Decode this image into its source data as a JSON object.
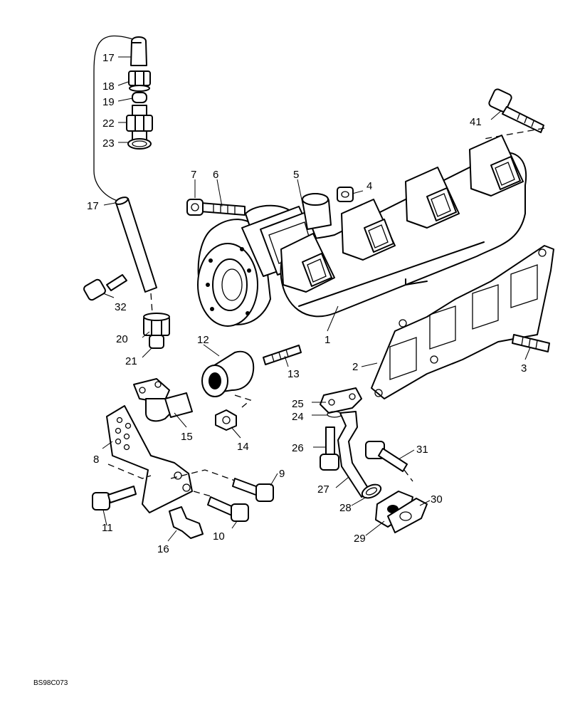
{
  "figure_code": "BS98C073",
  "parts": [
    {
      "id": "p1",
      "label": "1"
    },
    {
      "id": "p2",
      "label": "2"
    },
    {
      "id": "p3",
      "label": "3"
    },
    {
      "id": "p4",
      "label": "4"
    },
    {
      "id": "p5",
      "label": "5"
    },
    {
      "id": "p6",
      "label": "6"
    },
    {
      "id": "p7",
      "label": "7"
    },
    {
      "id": "p8",
      "label": "8"
    },
    {
      "id": "p9",
      "label": "9"
    },
    {
      "id": "p10",
      "label": "10"
    },
    {
      "id": "p11",
      "label": "11"
    },
    {
      "id": "p12",
      "label": "12"
    },
    {
      "id": "p13",
      "label": "13"
    },
    {
      "id": "p14",
      "label": "14"
    },
    {
      "id": "p15",
      "label": "15"
    },
    {
      "id": "p16",
      "label": "16"
    },
    {
      "id": "p17a",
      "label": "17"
    },
    {
      "id": "p17b",
      "label": "17"
    },
    {
      "id": "p18",
      "label": "18"
    },
    {
      "id": "p19",
      "label": "19"
    },
    {
      "id": "p20",
      "label": "20"
    },
    {
      "id": "p21",
      "label": "21"
    },
    {
      "id": "p22",
      "label": "22"
    },
    {
      "id": "p23",
      "label": "23"
    },
    {
      "id": "p24",
      "label": "24"
    },
    {
      "id": "p25",
      "label": "25"
    },
    {
      "id": "p26",
      "label": "26"
    },
    {
      "id": "p27",
      "label": "27"
    },
    {
      "id": "p28",
      "label": "28"
    },
    {
      "id": "p29",
      "label": "29"
    },
    {
      "id": "p30",
      "label": "30"
    },
    {
      "id": "p31",
      "label": "31"
    },
    {
      "id": "p32",
      "label": "32"
    },
    {
      "id": "p41",
      "label": "41"
    }
  ]
}
